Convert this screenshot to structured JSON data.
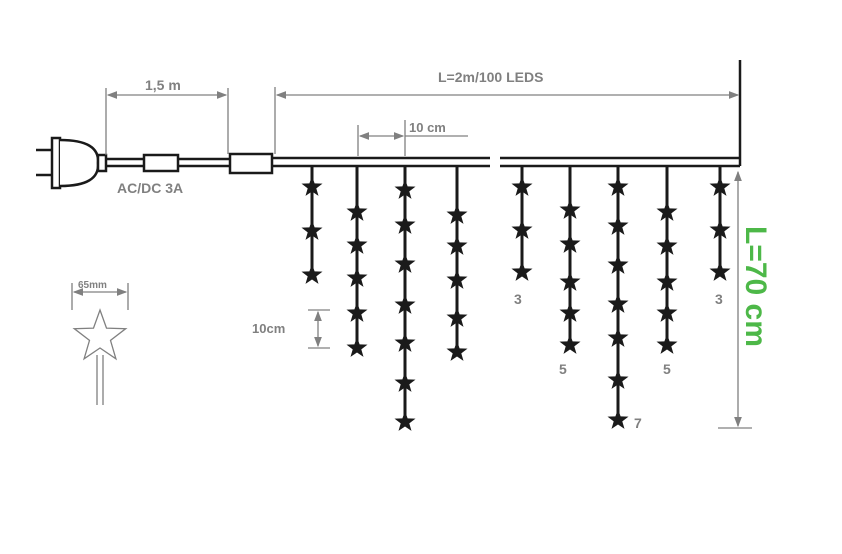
{
  "labels": {
    "cable_length": "1,5 m",
    "total_length": "L=2m/100 LEDS",
    "strand_spacing": "10 cm",
    "star_spacing": "10cm",
    "power": "AC/DC 3A",
    "star_size": "65mm",
    "drop_length": "L=70 cm"
  },
  "colors": {
    "line": "#1a1a1a",
    "dimension": "#808080",
    "accent": "#4db848"
  },
  "strands": [
    {
      "group": "left",
      "stars": 3
    },
    {
      "group": "left",
      "stars": 5
    },
    {
      "group": "left",
      "stars": 7
    },
    {
      "group": "left",
      "stars": 5
    },
    {
      "group": "right",
      "stars": 3,
      "label": "3"
    },
    {
      "group": "right",
      "stars": 5,
      "label": "5"
    },
    {
      "group": "right",
      "stars": 7,
      "label": "7"
    },
    {
      "group": "right",
      "stars": 5,
      "label": "5"
    },
    {
      "group": "right",
      "stars": 3,
      "label": "3"
    }
  ]
}
